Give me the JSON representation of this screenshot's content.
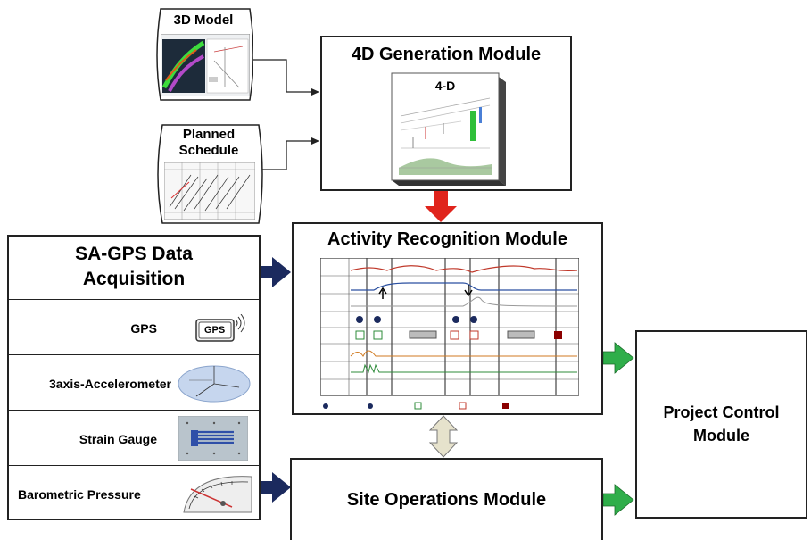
{
  "inputs": {
    "model_3d": {
      "label": "3D Model"
    },
    "planned_schedule": {
      "line1": "Planned",
      "line2": "Schedule"
    }
  },
  "modules": {
    "generation_4d": {
      "title": "4D Generation Module",
      "cube_label": "4-D"
    },
    "activity_recognition": {
      "title": "Activity Recognition Module"
    },
    "site_operations": {
      "title": "Site Operations Module"
    },
    "project_control": {
      "line1": "Project Control",
      "line2": "Module"
    }
  },
  "sa_gps": {
    "title_line1": "SA-GPS Data",
    "title_line2": "Acquisition",
    "sensors": [
      {
        "label": "GPS",
        "icon": "gps-icon",
        "icon_text": "GPS"
      },
      {
        "label": "3axis-Accelerometer",
        "icon": "accelerometer-icon"
      },
      {
        "label": "Strain Gauge",
        "icon": "strain-gauge-icon"
      },
      {
        "label": "Barometric Pressure",
        "icon": "pressure-gauge-icon"
      }
    ]
  },
  "colors": {
    "arrow_red": "#e0241c",
    "arrow_navy": "#1b2a5e",
    "arrow_green": "#2fae4a",
    "arrow_beige": "#e6e2cc"
  }
}
